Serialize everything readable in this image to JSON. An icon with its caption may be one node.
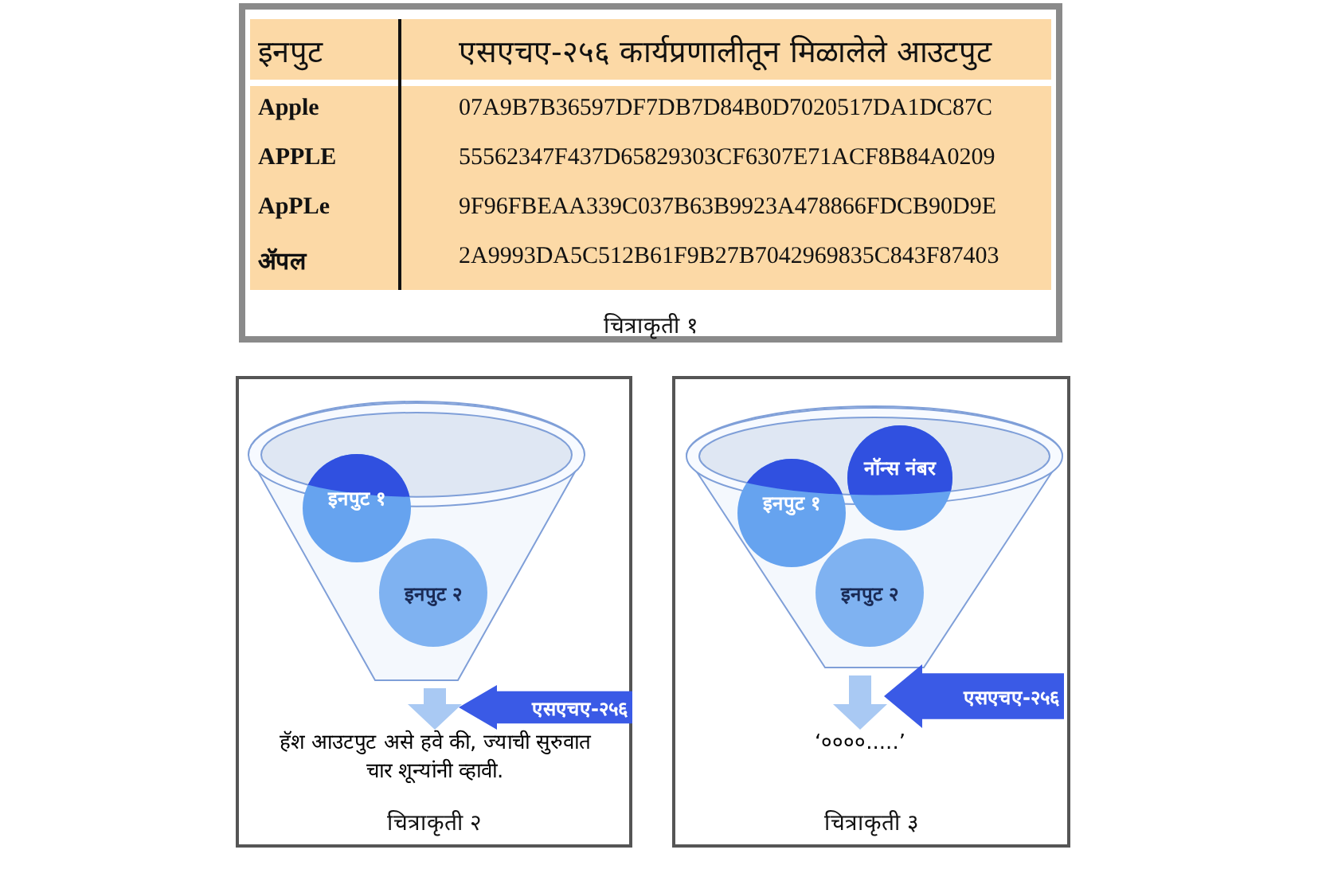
{
  "diagram": {
    "nodes": [
      {
        "text": [
          "चित्राकृती १"
        ]
      },
      {
        "text": [
          "चित्राकृती २"
        ]
      },
      {
        "text": [],
        "shape": "funnel",
        "in": 1
      },
      {
        "text": [
          "इनपुट १"
        ],
        "in": 2
      },
      {
        "text": [
          "इनपुट २"
        ],
        "in": 2
      },
      {
        "text": [
          "एसएचए-२५६"
        ],
        "in": 1
      },
      {
        "text": [
          "हॅश आउटपुट असे हवे की, ज्याची सुरुवात चार शून्यांनी व्हावी."
        ],
        "in": 1
      },
      {
        "text": [
          "चित्राकृती ३"
        ]
      },
      {
        "text": [],
        "shape": "funnel",
        "in": 7
      },
      {
        "text": [
          "इनपुट १"
        ],
        "in": 8
      },
      {
        "text": [
          "नॉन्स नंबर"
        ],
        "in": 8
      },
      {
        "text": [
          "इनपुट २"
        ],
        "in": 8
      },
      {
        "text": [
          "एसएचए-२५६"
        ],
        "in": 7
      },
      {
        "text": [
          "‘००००.....’"
        ],
        "in": 7
      }
    ],
    "edges": [
      {
        "from": 2,
        "to": 6,
        "arrow": "to"
      },
      {
        "from": 8,
        "to": 13,
        "arrow": "to"
      }
    ],
    "labels": [
      "इनपुट",
      "एसएचए-२५६ कार्यप्रणालीतून मिळालेले आउटपुट",
      "Apple",
      "07A9B7B36597DF7DB7D84B0D7020517DA1DC87C",
      "APPLE",
      "55562347F437D65829303CF6307E71ACF8B84A0209",
      "ApPLe",
      "9F96FBEAA339C037B63B9923A478866FDCB90D9E",
      "ॲपल",
      "2A9993DA5C512B61F9B27B7042969835C843F87403"
    ]
  }
}
